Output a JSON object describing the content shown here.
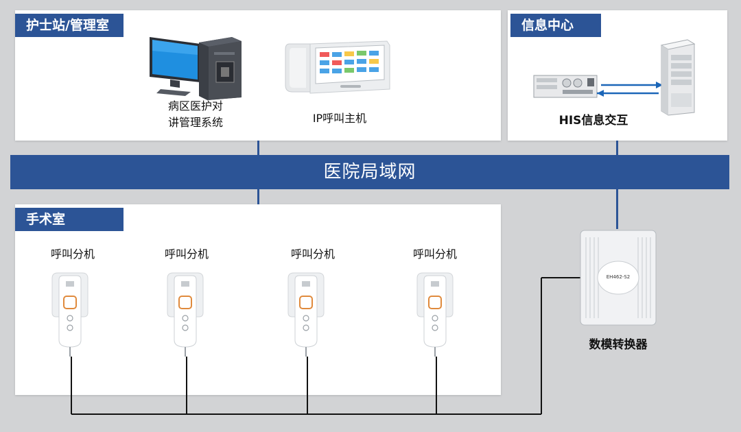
{
  "colors": {
    "accent": "#2c5496",
    "background": "#d2d3d5",
    "panel": "#ffffff",
    "wire": "#111111"
  },
  "nurse_station": {
    "title": "护士站/管理室",
    "pc_caption_line1": "病区医护对",
    "pc_caption_line2": "讲管理系统",
    "ip_host_caption": "IP呼叫主机"
  },
  "info_center": {
    "title": "信息中心",
    "his_caption": "HIS信息交互"
  },
  "lan": {
    "label": "医院局域网"
  },
  "operating_room": {
    "title": "手术室",
    "extensions": [
      {
        "label": "呼叫分机"
      },
      {
        "label": "呼叫分机"
      },
      {
        "label": "呼叫分机"
      },
      {
        "label": "呼叫分机"
      }
    ]
  },
  "converter": {
    "label": "数模转换器",
    "device_text": "EH462-S2"
  },
  "icons": [
    "desktop-pc-icon",
    "ip-call-host-icon",
    "server-rack-icon",
    "tower-server-icon",
    "call-extension-icon",
    "converter-box-icon"
  ]
}
